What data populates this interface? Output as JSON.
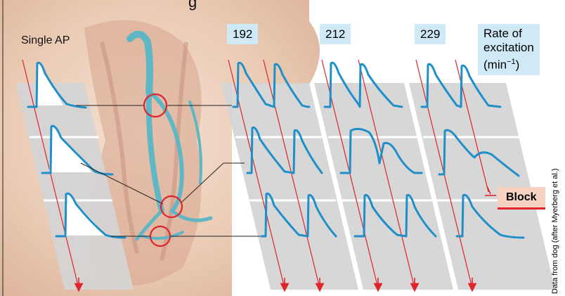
{
  "labels": {
    "title_fragment": "g",
    "single_ap": "Single AP",
    "rates": [
      "192",
      "212",
      "229"
    ],
    "rate_caption_line1": "Rate of",
    "rate_caption_line2": "excitation",
    "rate_caption_line3_base": "(min",
    "rate_caption_line3_sup": "−1",
    "rate_caption_line3_end": ")",
    "block": "Block",
    "source_note": "Data from dog (after Myerberg et al.)"
  },
  "colors": {
    "trace": "#1e8fc8",
    "marker": "#e0242b",
    "panel": "#d4d4d4",
    "rate_box": "#cfe9f7",
    "block_box": "#f7d2c2",
    "tissue": "#e9c9b2",
    "vessel": "#5fb7c6"
  },
  "icons": [
    "circle-marker-icon",
    "arrow-down-icon",
    "block-tee-icon"
  ]
}
